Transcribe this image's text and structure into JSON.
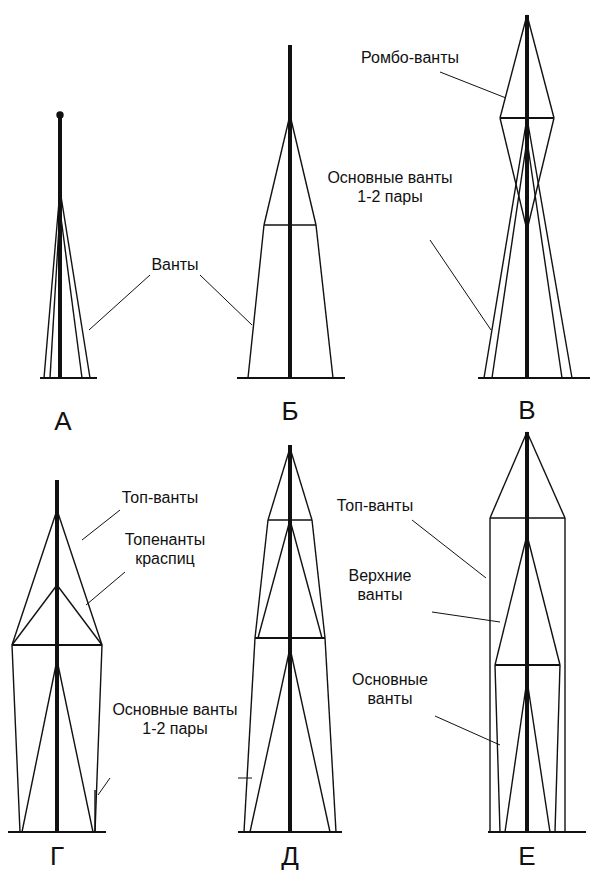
{
  "diagram": {
    "labels": [
      "Ванты",
      "Ромбо-ванты",
      "Основные ванты 1-2 пары",
      "А",
      "Б",
      "В",
      "Топ-ванты",
      "Топенанты краспиц",
      "Основные ванты 1-2 пары",
      "Г",
      "Д",
      "Е",
      "Топ-ванты",
      "Верхние ванты",
      "Основные ванты"
    ]
  }
}
